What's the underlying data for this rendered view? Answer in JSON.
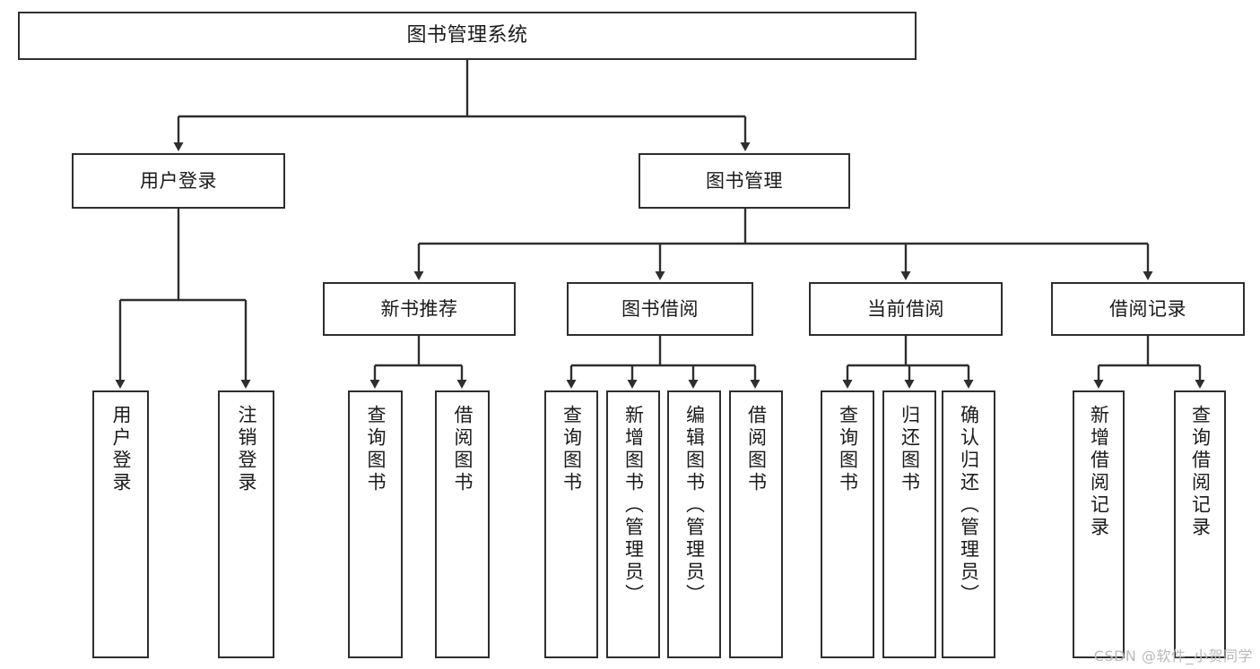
{
  "diagram": {
    "type": "tree-hierarchy",
    "title": "图书管理系统",
    "orientation": "top-down",
    "colors": {
      "box_border": "#2e2e2e",
      "box_fill": "#ffffff",
      "edge": "#2e2e2e",
      "text": "#1a1a1a",
      "watermark": "#b9b9b9",
      "background": "#ffffff"
    },
    "root": {
      "label": "图书管理系统"
    },
    "level1": [
      {
        "label": "用户登录"
      },
      {
        "label": "图书管理"
      }
    ],
    "level2": [
      {
        "label": "新书推荐"
      },
      {
        "label": "图书借阅"
      },
      {
        "label": "当前借阅"
      },
      {
        "label": "借阅记录"
      }
    ],
    "leaves": {
      "user_login": [
        {
          "label": "用户登录"
        },
        {
          "label": "注销登录"
        }
      ],
      "new_book_recommend": [
        {
          "label": "查询图书"
        },
        {
          "label": "借阅图书"
        }
      ],
      "book_borrow": [
        {
          "label": "查询图书"
        },
        {
          "label": "新增图书（管理员）"
        },
        {
          "label": "编辑图书（管理员）"
        },
        {
          "label": "借阅图书"
        }
      ],
      "current_borrow": [
        {
          "label": "查询图书"
        },
        {
          "label": "归还图书"
        },
        {
          "label": "确认归还（管理员）"
        }
      ],
      "borrow_record": [
        {
          "label": "新增借阅记录"
        },
        {
          "label": "查询借阅记录"
        }
      ]
    }
  },
  "watermark": {
    "text": "CSDN @软件_小贺同学"
  }
}
